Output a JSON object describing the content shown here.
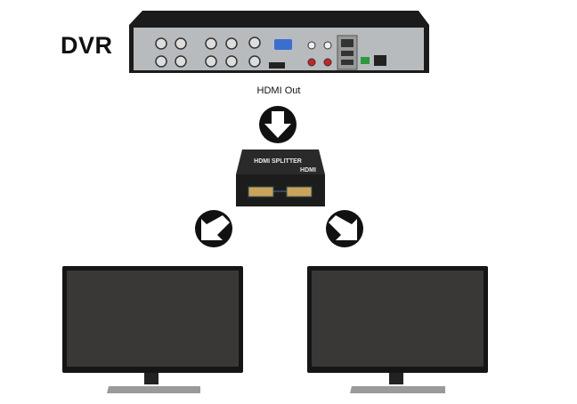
{
  "labels": {
    "dvr": "DVR",
    "hdmi_out": "HDMI Out"
  },
  "splitter": {
    "brand": "HDMI",
    "name": "HDMI SPLITTER"
  },
  "colors": {
    "device_black": "#1a1a1a",
    "panel_silver": "#b9bcbf",
    "arrow": "#111111"
  }
}
